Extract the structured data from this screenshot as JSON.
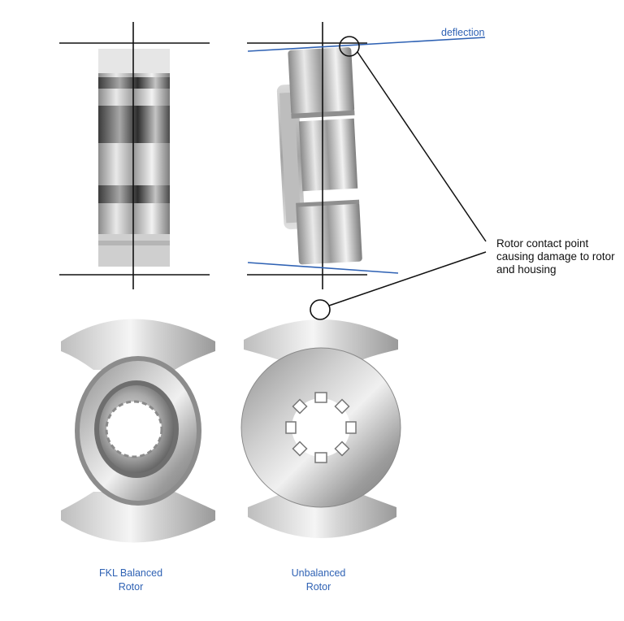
{
  "annotations": {
    "deflection": "deflection",
    "contact_note": "Rotor contact point causing damage to rotor and housing"
  },
  "captions": {
    "balanced_line1": "FKL Balanced",
    "balanced_line2": "Rotor",
    "unbalanced_line1": "Unbalanced",
    "unbalanced_line2": "Rotor"
  },
  "colors": {
    "accent_blue": "#2f62b4",
    "line_black": "#111111",
    "metal_light": "#dcdcdc",
    "metal_dark": "#6f6f6f"
  }
}
